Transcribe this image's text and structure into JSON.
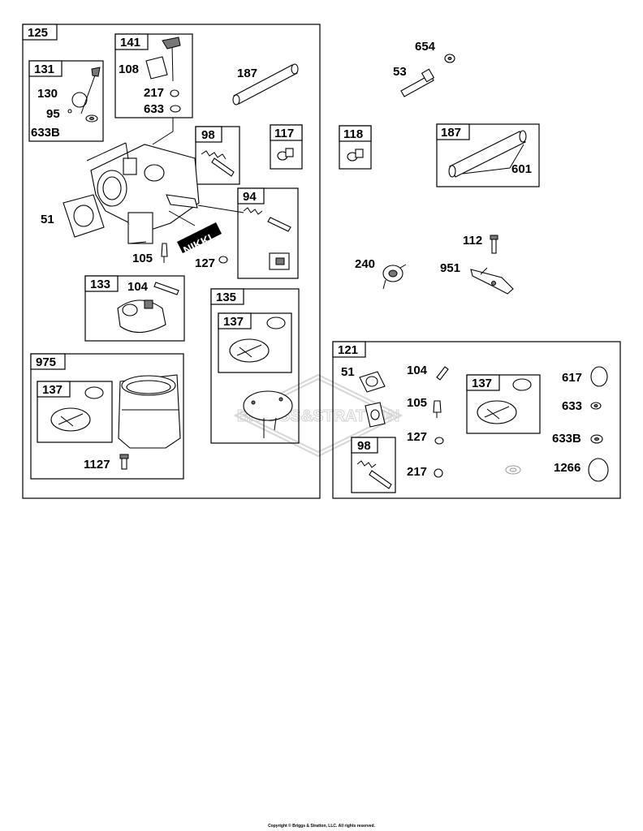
{
  "callouts": {
    "c125": "125",
    "c131": "131",
    "c130": "130",
    "c95": "95",
    "c633b_a": "633B",
    "c141": "141",
    "c108": "108",
    "c217_a": "217",
    "c633_a": "633",
    "c187_a": "187",
    "c98_a": "98",
    "c117": "117",
    "c51_a": "51",
    "c94": "94",
    "c105_a": "105",
    "c127_a": "127",
    "c133": "133",
    "c104_a": "104",
    "c135": "135",
    "c137_a": "137",
    "c975": "975",
    "c137_b": "137",
    "c1127": "1127",
    "c654": "654",
    "c53": "53",
    "c118": "118",
    "c187_b": "187",
    "c601": "601",
    "c112": "112",
    "c240": "240",
    "c951": "951",
    "c121": "121",
    "c51_b": "51",
    "c104_b": "104",
    "c137_c": "137",
    "c617": "617",
    "c105_b": "105",
    "c633_b": "633",
    "c127_b": "127",
    "c633b_b": "633B",
    "c98_b": "98",
    "c217_b": "217",
    "c1266": "1266"
  },
  "decal_text": "NIKKI",
  "watermark_text": "BRIGGS&STRATTON",
  "copyright": "Copyright © Briggs & Stratton, LLC. All rights reserved."
}
